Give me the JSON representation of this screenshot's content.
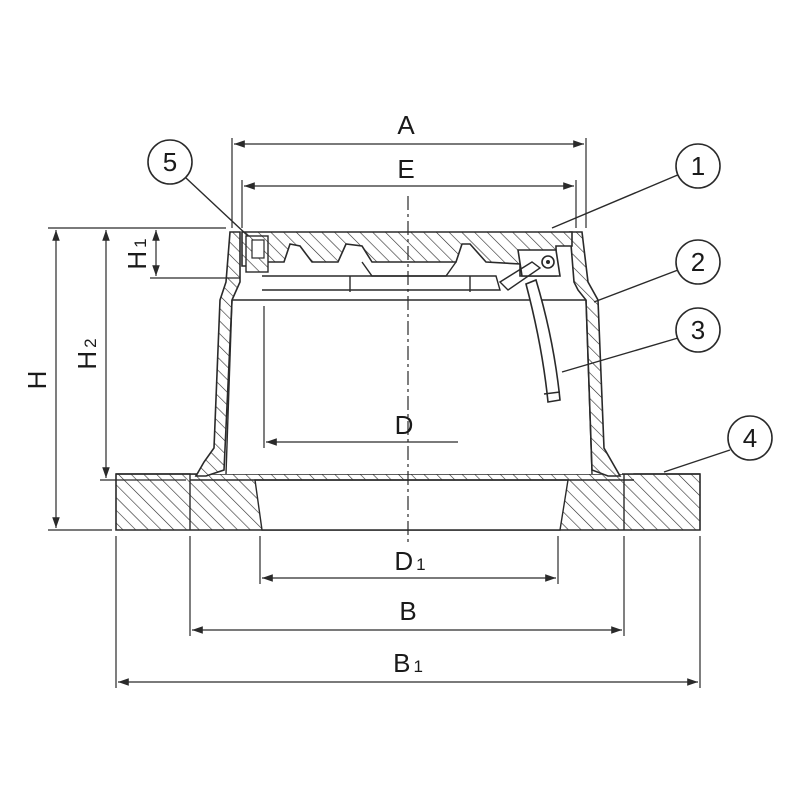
{
  "dimensions": {
    "A": "A",
    "E": "E",
    "D": "D",
    "D1_main": "D",
    "D1_sub": "1",
    "B": "B",
    "B1_main": "B",
    "B1_sub": "1",
    "H": "H",
    "H1_main": "H",
    "H1_sub": "1",
    "H2_main": "H",
    "H2_sub": "2"
  },
  "callouts": [
    {
      "id": "1",
      "text": "1"
    },
    {
      "id": "2",
      "text": "2"
    },
    {
      "id": "3",
      "text": "3"
    },
    {
      "id": "4",
      "text": "4"
    },
    {
      "id": "5",
      "text": "5"
    }
  ]
}
